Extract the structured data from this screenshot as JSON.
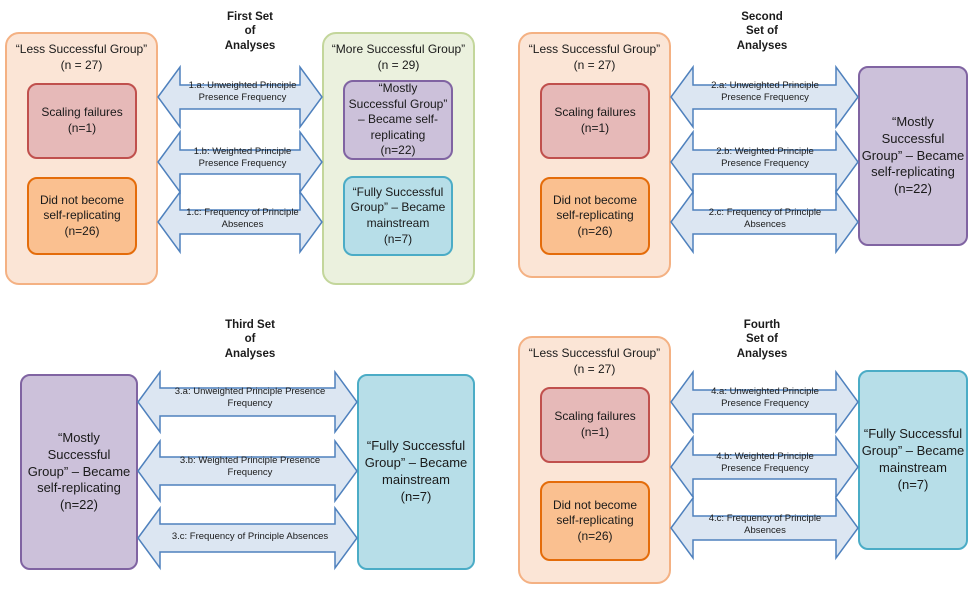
{
  "set_titles": {
    "first": [
      "First Set",
      "of",
      "Analyses"
    ],
    "second": [
      "Second",
      "Set of",
      "Analyses"
    ],
    "third": [
      "Third Set",
      "of",
      "Analyses"
    ],
    "fourth": [
      "Fourth",
      "Set of",
      "Analyses"
    ]
  },
  "groups": {
    "less_successful": {
      "title": "“Less Successful Group”",
      "count": "(n = 27)"
    },
    "more_successful": {
      "title": "“More Successful Group”",
      "count": "(n = 29)"
    },
    "scaling_failures": {
      "line1": "Scaling failures",
      "count": "(n=1)"
    },
    "did_not": {
      "line1": "Did not become",
      "line2": "self-replicating",
      "count": "(n=26)"
    },
    "mostly_small": {
      "line1": "“Mostly",
      "line2": "Successful Group”",
      "line3": "– Became self-",
      "line4": "replicating",
      "count": "(n=22)"
    },
    "fully_small": {
      "line1": "“Fully Successful",
      "line2": "Group” – Became",
      "line3": "mainstream",
      "count": "(n=7)"
    },
    "mostly_big": {
      "line1": "“Mostly",
      "line2": "Successful",
      "line3": "Group” – Became",
      "line4": "self-replicating",
      "count": "(n=22)"
    },
    "fully_big": {
      "line1": "“Fully Successful",
      "line2": "Group” – Became",
      "line3": "mainstream",
      "count": "(n=7)"
    }
  },
  "arrows": {
    "s1": [
      {
        "line1": "1.a: Unweighted Principle",
        "line2": "Presence Frequency"
      },
      {
        "line1": "1.b: Weighted Principle",
        "line2": "Presence Frequency"
      },
      {
        "line1": "1.c: Frequency of Principle",
        "line2": "Absences"
      }
    ],
    "s2": [
      {
        "line1": "2.a: Unweighted Principle",
        "line2": "Presence Frequency"
      },
      {
        "line1": "2.b: Weighted Principle",
        "line2": "Presence Frequency"
      },
      {
        "line1": "2.c: Frequency of Principle",
        "line2": "Absences"
      }
    ],
    "s3": [
      {
        "line1": "3.a: Unweighted Principle Presence",
        "line2": "Frequency"
      },
      {
        "line1": "3.b: Weighted Principle Presence",
        "line2": "Frequency"
      },
      {
        "line1": "3.c: Frequency of Principle Absences",
        "line2": ""
      }
    ],
    "s4": [
      {
        "line1": "4.a: Unweighted Principle",
        "line2": "Presence Frequency"
      },
      {
        "line1": "4.b: Weighted Principle",
        "line2": "Presence Frequency"
      },
      {
        "line1": "4.c: Frequency of Principle",
        "line2": "Absences"
      }
    ]
  },
  "colors": {
    "arrow_fill": "#dce6f2",
    "arrow_stroke": "#4f81bd"
  }
}
